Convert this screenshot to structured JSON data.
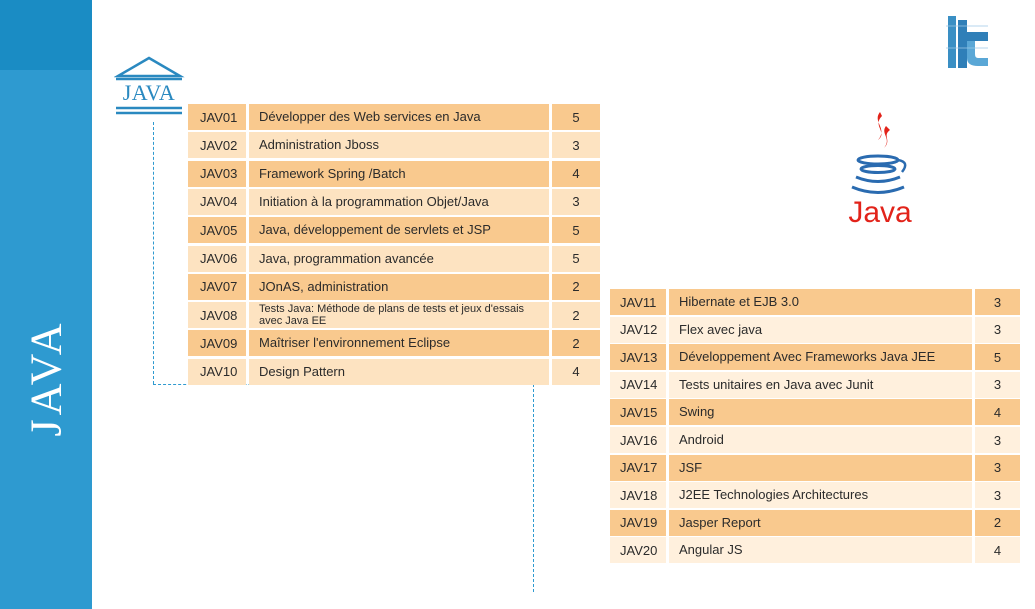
{
  "sidebar": {
    "title": "JAVA"
  },
  "logo": {
    "label": "JAVA"
  },
  "java_logo": {
    "word": "Java"
  },
  "table1": [
    {
      "code": "JAV01",
      "title": "Développer des Web services en Java",
      "duration": "5",
      "shade": "dark"
    },
    {
      "code": "JAV02",
      "title": "Administration Jboss",
      "duration": "3",
      "shade": "light"
    },
    {
      "code": "JAV03",
      "title": "Framework Spring /Batch",
      "duration": "4",
      "shade": "dark"
    },
    {
      "code": "JAV04",
      "title": "Initiation à la programmation Objet/Java",
      "duration": "3",
      "shade": "light"
    },
    {
      "code": "JAV05",
      "title": "Java, développement de servlets et JSP",
      "duration": "5",
      "shade": "dark"
    },
    {
      "code": "JAV06",
      "title": "Java, programmation avancée",
      "duration": "5",
      "shade": "light"
    },
    {
      "code": "JAV07",
      "title": "JOnAS, administration",
      "duration": "2",
      "shade": "dark"
    },
    {
      "code": "JAV08",
      "title": "Tests Java: Méthode de plans de tests et jeux d'essais avec Java EE",
      "duration": "2",
      "shade": "light",
      "small": true
    },
    {
      "code": "JAV09",
      "title": "Maîtriser l'environnement Eclipse",
      "duration": "2",
      "shade": "dark"
    },
    {
      "code": "JAV10",
      "title": "Design Pattern",
      "duration": "4",
      "shade": "light"
    }
  ],
  "table2": [
    {
      "code": "JAV11",
      "title": "Hibernate et EJB 3.0",
      "duration": "3",
      "shade": "dark"
    },
    {
      "code": "JAV12",
      "title": "Flex avec java",
      "duration": "3",
      "shade": "light"
    },
    {
      "code": "JAV13",
      "title": "Développement Avec Frameworks Java JEE",
      "duration": "5",
      "shade": "dark"
    },
    {
      "code": "JAV14",
      "title": "Tests unitaires en Java avec Junit",
      "duration": "3",
      "shade": "light"
    },
    {
      "code": "JAV15",
      "title": "Swing",
      "duration": "4",
      "shade": "dark"
    },
    {
      "code": "JAV16",
      "title": "Android",
      "duration": "3",
      "shade": "light"
    },
    {
      "code": "JAV17",
      "title": "JSF",
      "duration": "3",
      "shade": "dark"
    },
    {
      "code": "JAV18",
      "title": "J2EE Technologies Architectures",
      "duration": "3",
      "shade": "light"
    },
    {
      "code": "JAV19",
      "title": "Jasper Report",
      "duration": "2",
      "shade": "dark"
    },
    {
      "code": "JAV20",
      "title": "Angular JS",
      "duration": "4",
      "shade": "light"
    }
  ]
}
